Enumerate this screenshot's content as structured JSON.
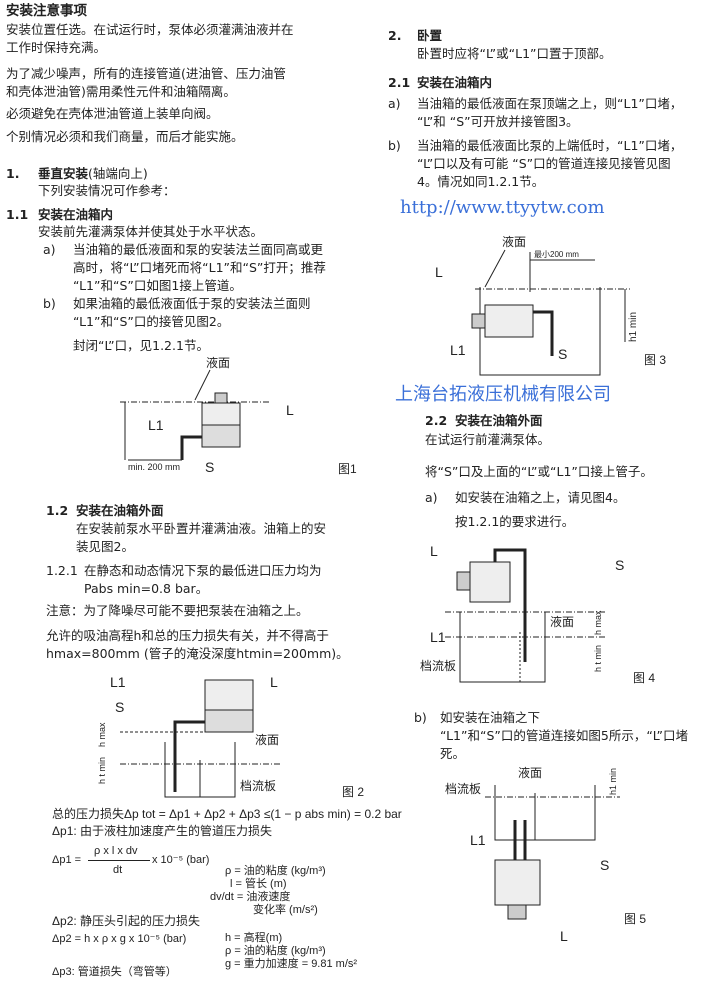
{
  "title": "安装注意事项",
  "intro": [
    "安装位置任选。在试运行时，泵体必须灌满油液并在",
    "工作时保持充满。",
    "为了减少噪声，所有的连接管道(进油管、压力油管",
    "和壳体泄油管)需用柔性元件和油箱隔离。",
    "必须避免在壳体泄油管道上装单向阀。",
    "个别情况必须和我们商量，而后才能实施。"
  ],
  "s1": {
    "num": "1.",
    "title": "垂直安装",
    "title_note": "(轴端向上)",
    "text": "下列安装情况可作参考："
  },
  "s11": {
    "num": "1.1",
    "title": "安装在油箱内",
    "text": "安装前先灌满泵体并使其处于水平状态。",
    "a_label": "a)",
    "a": [
      "当油箱的最低液面和泵的安装法兰面同高或更",
      "高时，将“L”口堵死而将“L1”和“S”打开；推荐",
      "“L1”和“S”口如图1接上管道。"
    ],
    "b_label": "b)",
    "b": [
      "如果油箱的最低液面低于泵的安装法兰面则",
      "“L1”和“S”口的接管见图2。"
    ],
    "close": "封闭“L”口，见1.2.1节。"
  },
  "fig1": {
    "liquid": "液面",
    "L": "L",
    "L1": "L1",
    "S": "S",
    "dim": "min. 200 mm",
    "caption": "图1"
  },
  "s12": {
    "num": "1.2",
    "title": "安装在油箱外面",
    "text": [
      "在安装前泵水平卧置并灌满油液。油箱上的安",
      "装见图2。"
    ]
  },
  "s121": {
    "num": "1.2.1",
    "text": "在静态和动态情况下泵的最低进口压力均为",
    "pressure": "Pabs min=0.8 bar。"
  },
  "note": "注意：为了降噪尽可能不要把泵装在油箱之上。",
  "allow": [
    "允许的吸油高程h和总的压力损失有关，并不得高于",
    "hmax=800mm (管子的淹没深度htmin=200mm)。"
  ],
  "fig2": {
    "L1": "L1",
    "L": "L",
    "S": "S",
    "liquid": "液面",
    "hmax": "h max",
    "htmin": "h t min",
    "baffle": "档流板",
    "caption": "图 2"
  },
  "formulas": {
    "total": "总的压力损失Δp tot = Δp1 + Δp2 + Δp3 ≤(1 − p abs min) = 0.2 bar",
    "dp1_title": "Δp1: 由于液柱加速度产生的管道压力损失",
    "dp1_lhs": "Δp1 =",
    "dp1_num": "ρ x  l  x dv",
    "dp1_den": "dt",
    "dp1_unit": "x 10⁻⁵ (bar)",
    "dp1_defs": [
      "ρ = 油的粘度 (kg/m³)",
      "l = 管长 (m)",
      "dv/dt = 油液速度",
      "变化率 (m/s²)"
    ],
    "dp2_title": "Δp2: 静压头引起的压力损失",
    "dp2": "Δp2 = h x  ρ x  g x  10⁻⁵ (bar)",
    "dp2_defs": [
      "h = 高程(m)",
      "ρ = 油的粘度 (kg/m³)",
      "g = 重力加速度 = 9.81 m/s²"
    ],
    "dp3": "Δp3: 管道损失（弯管等）"
  },
  "s2": {
    "num": "2.",
    "title": "卧置",
    "text": "卧置时应将“L”或“L1”口置于顶部。"
  },
  "s21": {
    "num": "2.1",
    "title": "安装在油箱内",
    "a_label": "a)",
    "a": [
      "当油箱的最低液面在泵顶端之上，则“L1”口堵，",
      "“L”和 “S”可开放并接管图3。"
    ],
    "b_label": "b)",
    "b": [
      "当油箱的最低液面比泵的上端低时，“L1”口堵，",
      "“L”口以及有可能 “S”口的管道连接见接管见图",
      "4。情况如同1.2.1节。"
    ]
  },
  "fig3": {
    "liquid": "液面",
    "dim": "最小200 mm",
    "L": "L",
    "L1": "L1",
    "S": "S",
    "h1min": "h1 min",
    "caption": "图 3"
  },
  "s22": {
    "num": "2.2",
    "title": "安装在油箱外面",
    "text1": "在试运行前灌满泵体。",
    "text2": "将“S”口及上面的“L”或“L1”口接上管子。",
    "a_label": "a)",
    "a": [
      "如安装在油箱之上，请见图4。",
      "按1.2.1的要求进行。"
    ],
    "b_label": "b)",
    "b": [
      "如安装在油箱之下",
      "“L1”和“S”口的管道连接如图5所示，“L”口堵",
      "死。"
    ]
  },
  "fig4": {
    "L": "L",
    "S": "S",
    "L1": "L1",
    "liquid": "液面",
    "hmax": "h max",
    "htmin": "h t min",
    "baffle": "档流板",
    "caption": "图 4"
  },
  "fig5": {
    "liquid": "液面",
    "baffle": "档流板",
    "h1min": "h1 min",
    "L1": "L1",
    "S": "S",
    "L": "L",
    "caption": "图 5"
  },
  "watermark": {
    "company": "上海台拓液压机械有限公司",
    "url": "http://www.ttyytw.com",
    "color": "#3a6fd8"
  }
}
